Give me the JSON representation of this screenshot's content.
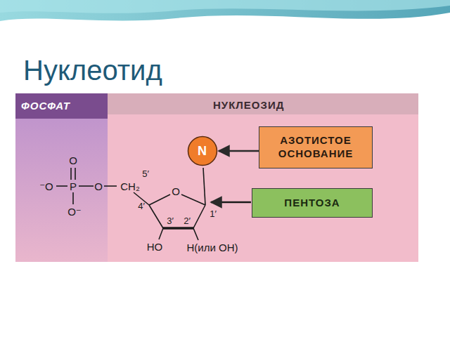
{
  "diagram": {
    "title": "Нуклеотид",
    "nodes": [
      {
        "text": [
          "ФОСФАТ"
        ]
      },
      {
        "text": [
          "НУКЛЕОЗИД"
        ]
      },
      {
        "text": [
          "N"
        ],
        "in": 1
      },
      {
        "text": [
          "АЗОТИСТОЕ ОСНОВАНИЕ"
        ],
        "in": 1
      },
      {
        "text": [
          "ПЕНТОЗА"
        ],
        "in": 1
      }
    ],
    "edges": [
      {
        "from": 3,
        "to": 2,
        "arrow": "to"
      }
    ],
    "labels": [
      "O",
      "⁻O",
      "P",
      "O",
      "CH₂",
      "O⁻",
      "O",
      "5′",
      "4′",
      "3′",
      "2′",
      "1′",
      "HO",
      "Н(или ОН)"
    ]
  }
}
